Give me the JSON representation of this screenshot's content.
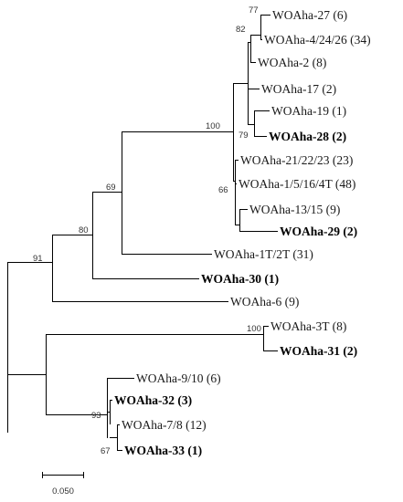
{
  "tree": {
    "leaves": [
      {
        "id": "L1",
        "label": "WOAha-27 (6)",
        "bold": false
      },
      {
        "id": "L2",
        "label": "WOAha-4/24/26 (34)",
        "bold": false
      },
      {
        "id": "L3",
        "label": "WOAha-2 (8)",
        "bold": false
      },
      {
        "id": "L4",
        "label": "WOAha-17 (2)",
        "bold": false
      },
      {
        "id": "L5",
        "label": "WOAha-19 (1)",
        "bold": false
      },
      {
        "id": "L6",
        "label": "WOAha-28 (2)",
        "bold": true
      },
      {
        "id": "L7",
        "label": "WOAha-21/22/23 (23)",
        "bold": false
      },
      {
        "id": "L8",
        "label": "WOAha-1/5/16/4T (48)",
        "bold": false
      },
      {
        "id": "L9",
        "label": "WOAha-13/15 (9)",
        "bold": false
      },
      {
        "id": "L10",
        "label": "WOAha-29 (2)",
        "bold": true
      },
      {
        "id": "L11",
        "label": "WOAha-1T/2T (31)",
        "bold": false
      },
      {
        "id": "L12",
        "label": "WOAha-30 (1)",
        "bold": true
      },
      {
        "id": "L13",
        "label": "WOAha-6 (9)",
        "bold": false
      },
      {
        "id": "L14",
        "label": "WOAha-3T (8)",
        "bold": false
      },
      {
        "id": "L15",
        "label": "WOAha-31 (2)",
        "bold": true
      },
      {
        "id": "L16",
        "label": "WOAha-9/10 (6)",
        "bold": false
      },
      {
        "id": "L17",
        "label": "WOAha-32 (3)",
        "bold": true
      },
      {
        "id": "L18",
        "label": "WOAha-7/8 (12)",
        "bold": false
      },
      {
        "id": "L19",
        "label": "WOAha-33 (1)",
        "bold": true
      }
    ],
    "bootstrap": [
      {
        "id": "b77",
        "value": "77"
      },
      {
        "id": "b82",
        "value": "82"
      },
      {
        "id": "b100a",
        "value": "100"
      },
      {
        "id": "b79",
        "value": "79"
      },
      {
        "id": "b66",
        "value": "66"
      },
      {
        "id": "b69",
        "value": "69"
      },
      {
        "id": "b80",
        "value": "80"
      },
      {
        "id": "b91",
        "value": "91"
      },
      {
        "id": "b100b",
        "value": "100"
      },
      {
        "id": "b93",
        "value": "93"
      },
      {
        "id": "b67",
        "value": "67"
      }
    ],
    "scale_bar": {
      "label": "0.050"
    }
  }
}
